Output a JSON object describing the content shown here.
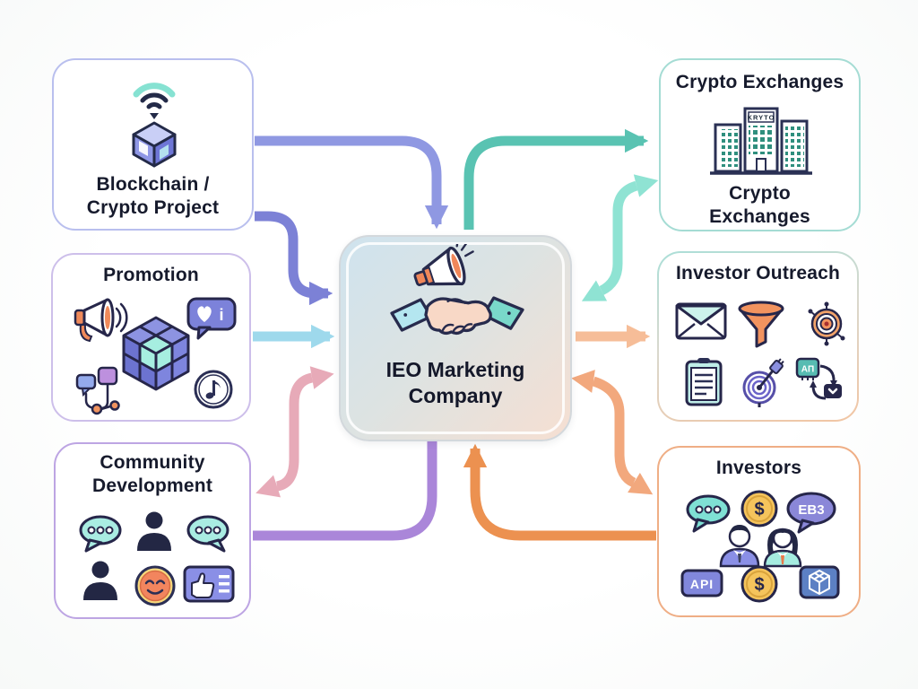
{
  "page": {
    "background": "#fdfdfe"
  },
  "center": {
    "title_line1": "IEO Marketing",
    "title_line2": "Company",
    "icons": [
      "megaphone-icon",
      "handshake-icon"
    ]
  },
  "nodes": {
    "blockchain": {
      "title_line1": "Blockchain /",
      "title_line2": "Crypto Project",
      "icons": [
        "wireless-cube-icon"
      ]
    },
    "promotion": {
      "title": "Promotion",
      "bubble_label": "i",
      "icons": [
        "megaphone-icon",
        "like-info-bubble-icon",
        "blockchain-cube-icon",
        "network-nodes-icon",
        "music-note-icon"
      ]
    },
    "community": {
      "title_line1": "Community",
      "title_line2": "Development",
      "icons": [
        "chat-dots-bubble-icon",
        "person-icon",
        "chat-dots-bubble-icon",
        "person-icon",
        "smiley-face-icon",
        "thumbs-up-card-icon"
      ]
    },
    "exchanges": {
      "title": "Crypto Exchanges",
      "caption_line1": "Crypto",
      "caption_line2": "Exchanges",
      "building_sign": "KRYTO",
      "icons": [
        "exchange-buildings-icon"
      ]
    },
    "outreach": {
      "title": "Investor Outreach",
      "chip_label": "AΠ",
      "icons": [
        "envelope-icon",
        "funnel-icon",
        "target-arrows-icon",
        "clipboard-icon",
        "spiral-target-plug-icon",
        "ai-sync-lock-icon"
      ]
    },
    "investors": {
      "title": "Investors",
      "api_label": "API",
      "bubble_label": "EB3",
      "coin_symbol": "$",
      "icons": [
        "chat-dots-bubble-icon",
        "dollar-coin-icon",
        "web3-bubble-icon",
        "male-investor-icon",
        "female-investor-icon",
        "api-badge-icon",
        "dollar-coin-icon",
        "cube-badge-icon"
      ]
    }
  },
  "arrows": [
    {
      "from": "blockchain",
      "to": "center",
      "route": "top",
      "color": "#8f98e2",
      "bidirectional": false
    },
    {
      "from": "blockchain",
      "to": "center",
      "route": "left-upper",
      "color": "#7c81d6",
      "bidirectional": false
    },
    {
      "from": "promotion",
      "to": "center",
      "route": "left-middle",
      "color": "#9ed9ec",
      "bidirectional": false
    },
    {
      "from": "center",
      "to": "community",
      "route": "left-lower",
      "color": "#e7aab8",
      "bidirectional": true
    },
    {
      "from": "community",
      "to": "center",
      "route": "bottom-left",
      "color": "#aa86d9",
      "bidirectional": false
    },
    {
      "from": "center",
      "to": "exchanges",
      "route": "top-right",
      "color": "#59c3b2",
      "bidirectional": false
    },
    {
      "from": "center",
      "to": "exchanges",
      "route": "right-upper",
      "color": "#8fe3d3",
      "bidirectional": true
    },
    {
      "from": "center",
      "to": "outreach",
      "route": "right-middle",
      "color": "#f6bd98",
      "bidirectional": false
    },
    {
      "from": "center",
      "to": "investors",
      "route": "right-lower",
      "color": "#f2a87d",
      "bidirectional": true
    },
    {
      "from": "investors",
      "to": "center",
      "route": "bottom-right",
      "color": "#ec9150",
      "bidirectional": false
    }
  ]
}
